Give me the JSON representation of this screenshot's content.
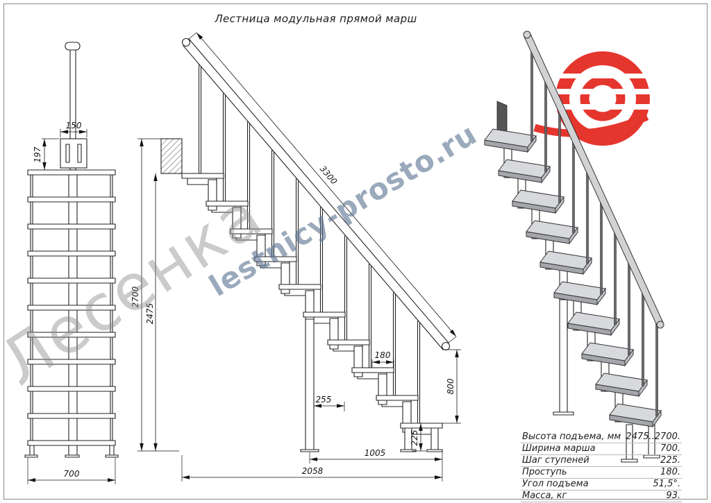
{
  "title": "Лестница модульная прямой марш",
  "watermark": {
    "brand": "Лесенка",
    "site": "lestnicy-prosto.ru"
  },
  "front_view": {
    "dims": {
      "width": "700",
      "post_width": "150",
      "post_offset": "197"
    }
  },
  "side_view": {
    "dims": {
      "total_height": "2700",
      "rise_height": "2475",
      "rail_length": "3300",
      "tread_depth": "180",
      "module_offset": "255",
      "rail_end_height": "800",
      "step_rise": "225",
      "lower_run": "1005",
      "total_run": "2058"
    }
  },
  "specs": {
    "rows": [
      {
        "label": "Высота подъема, мм",
        "value": "2475..2700."
      },
      {
        "label": "Ширина марша",
        "value": "700."
      },
      {
        "label": "Шаг ступеней",
        "value": "225."
      },
      {
        "label": "Проступь",
        "value": "180."
      },
      {
        "label": "Угол подъема",
        "value": "51,5°."
      },
      {
        "label": "Масса, кг",
        "value": "93."
      }
    ]
  }
}
